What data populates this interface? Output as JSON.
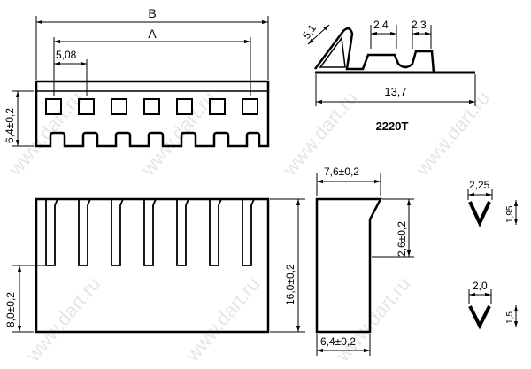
{
  "watermark": "www.dart.ru",
  "top_view": {
    "dim_b": "B",
    "dim_a": "A",
    "pitch": "5,08",
    "height": "6,4±0,2",
    "slot_count": 7
  },
  "terminal": {
    "angle_dim": "5,1",
    "dim1": "2,4",
    "dim2": "2,3",
    "length": "13,7",
    "part_label": "2220T"
  },
  "front_view": {
    "lower_height": "8,0±0,2",
    "total_height": "16,0±0,2"
  },
  "side_view": {
    "top_width": "7,6±0,2",
    "notch_depth": "2,6±0,2",
    "bottom_width": "6,4±0,2"
  },
  "v_contact_1": {
    "width": "2,25",
    "height": "1,95"
  },
  "v_contact_2": {
    "width": "2,0",
    "height": "1,5"
  }
}
